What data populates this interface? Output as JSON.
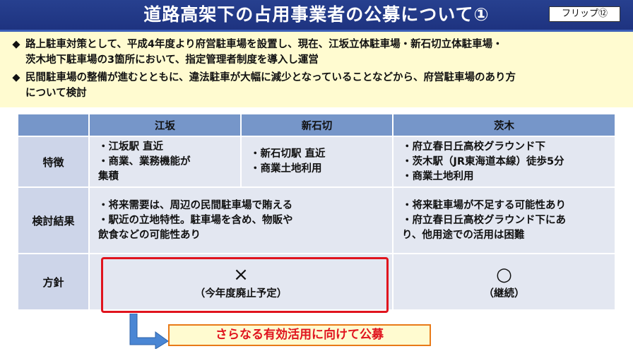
{
  "header": {
    "title": "道路高架下の占用事業者の公募について①",
    "flip_label": "フリップ⑫"
  },
  "intro": {
    "bullet": "◆",
    "items": [
      {
        "line1": "路上駐車対策として、平成4年度より府営駐車場を設置し、現在、江坂立体駐車場・新石切立体駐車場・",
        "line2": "茨木地下駐車場の3箇所において、指定管理者制度を導入し運営"
      },
      {
        "line1": "民間駐車場の整備が進むとともに、違法駐車が大幅に減少となっていることなどから、府営駐車場のあり方",
        "line2": "について検討"
      }
    ]
  },
  "table": {
    "columns": [
      "江坂",
      "新石切",
      "茨木"
    ],
    "rows": {
      "features": {
        "label": "特徴",
        "esaka": [
          "・江坂駅 直近",
          "・商業、業務機能が",
          "  集積"
        ],
        "shinishikiri": [
          "・新石切駅 直近",
          "・商業土地利用"
        ],
        "ibaraki": [
          "・府立春日丘高校グラウンド下",
          "・茨木駅（JR東海道本線）徒歩5分",
          "・商業土地利用"
        ]
      },
      "review": {
        "label": "検討結果",
        "esaka_shinishikiri": [
          "・将来需要は、周辺の民間駐車場で賄える",
          "・駅近の立地特性。駐車場を含め、物販や",
          "  飲食などの可能性あり"
        ],
        "ibaraki": [
          "・将来駐車場が不足する可能性あり",
          "・府立春日丘高校グラウンド下にあ",
          "  り、他用途での活用は困難"
        ]
      },
      "policy": {
        "label": "方針",
        "esaka_shinishikiri": {
          "symbol": "×",
          "note": "（今年度廃止予定）"
        },
        "ibaraki": {
          "symbol": "○",
          "note": "（継続）"
        }
      }
    }
  },
  "callout": {
    "text": "さらなる有効活用に向けて公募"
  },
  "colors": {
    "header_bg": "#1e3380",
    "intro_bg": "#fffbd0",
    "table_header": "#7696c9",
    "table_cell": "#e3e7f1",
    "highlight_red": "#e0141e",
    "arrow_blue": "#4a86d4"
  }
}
